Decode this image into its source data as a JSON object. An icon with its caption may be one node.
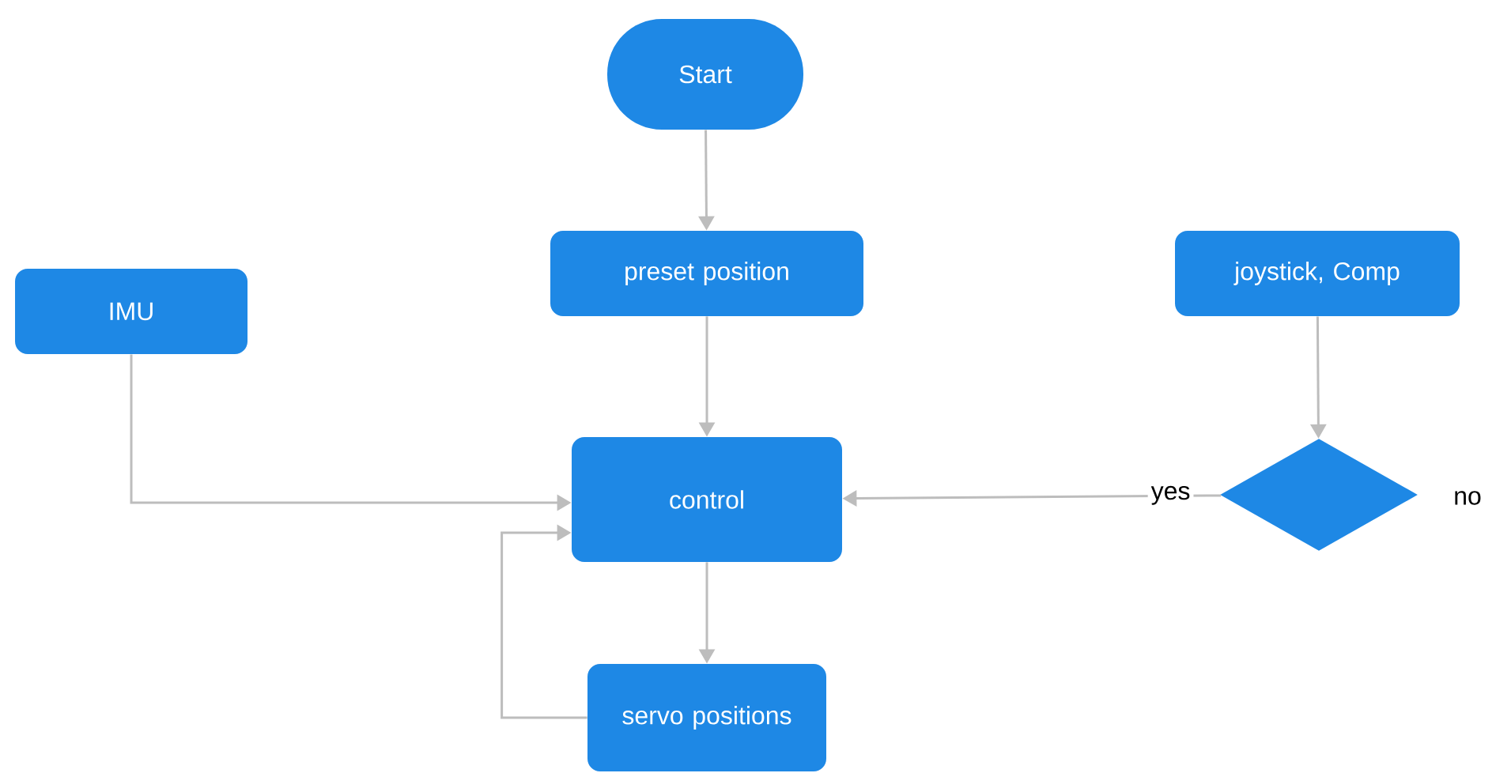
{
  "diagram": {
    "nodes": [
      {
        "text": [
          "Start"
        ]
      },
      {
        "text": [
          "preset position"
        ]
      },
      {
        "text": [
          "IMU"
        ]
      },
      {
        "text": [
          "joystick, Comp"
        ]
      },
      {
        "text": [
          "control"
        ]
      },
      {
        "text": [],
        "shape": "diamond"
      },
      {
        "text": [
          "servo positions"
        ]
      }
    ],
    "edges": [
      {
        "from": 0,
        "to": 1,
        "arrow": "to"
      },
      {
        "from": 1,
        "to": 4,
        "arrow": "to"
      },
      {
        "from": 2,
        "to": 4,
        "arrow": "to"
      },
      {
        "from": 3,
        "to": 5,
        "arrow": "to"
      },
      {
        "from": 5,
        "to": 4,
        "arrow": "to",
        "label": "yes"
      },
      {
        "from": 4,
        "to": 6,
        "arrow": "to"
      },
      {
        "from": 6,
        "to": 4,
        "arrow": "to"
      }
    ],
    "labels": [
      "no"
    ]
  }
}
